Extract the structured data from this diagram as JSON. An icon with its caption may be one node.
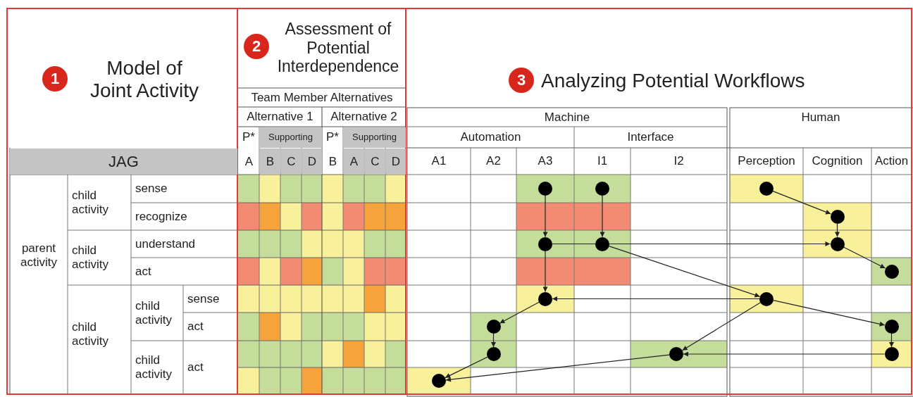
{
  "diagram": {
    "nodes": [
      {
        "text": [],
        "shape": "circle"
      },
      {
        "text": [],
        "shape": "circle"
      },
      {
        "text": [],
        "shape": "circle"
      },
      {
        "text": [],
        "shape": "circle"
      },
      {
        "text": [],
        "shape": "circle"
      },
      {
        "text": [],
        "shape": "circle"
      },
      {
        "text": [],
        "shape": "circle"
      },
      {
        "text": [],
        "shape": "circle"
      },
      {
        "text": [],
        "shape": "circle"
      },
      {
        "text": [],
        "shape": "circle"
      },
      {
        "text": [],
        "shape": "circle"
      },
      {
        "text": [],
        "shape": "circle"
      },
      {
        "text": [],
        "shape": "circle"
      },
      {
        "text": [],
        "shape": "circle"
      },
      {
        "text": [],
        "shape": "circle"
      },
      {
        "text": [],
        "shape": "circle"
      }
    ],
    "edges": [
      {
        "from": 0,
        "to": 4,
        "arrow": "to"
      },
      {
        "from": 1,
        "to": 5,
        "arrow": "to"
      },
      {
        "from": 2,
        "to": 3,
        "arrow": "to"
      },
      {
        "from": 3,
        "to": 6,
        "arrow": "to"
      },
      {
        "from": 4,
        "to": 5,
        "arrow": "none"
      },
      {
        "from": 5,
        "to": 6,
        "arrow": "to"
      },
      {
        "from": 6,
        "to": 7,
        "arrow": "to"
      },
      {
        "from": 4,
        "to": 8,
        "arrow": "to"
      },
      {
        "from": 5,
        "to": 9,
        "arrow": "to"
      },
      {
        "from": 9,
        "to": 8,
        "arrow": "to"
      },
      {
        "from": 8,
        "to": 10,
        "arrow": "to"
      },
      {
        "from": 9,
        "to": 11,
        "arrow": "to"
      },
      {
        "from": 9,
        "to": 13,
        "arrow": "to"
      },
      {
        "from": 10,
        "to": 12,
        "arrow": "to"
      },
      {
        "from": 11,
        "to": 14,
        "arrow": "to"
      },
      {
        "from": 14,
        "to": 13,
        "arrow": "to"
      },
      {
        "from": 12,
        "to": 15,
        "arrow": "to"
      },
      {
        "from": 13,
        "to": 15,
        "arrow": "to"
      }
    ],
    "labels": [
      "1",
      "Model of Joint Activity",
      "2",
      "Assessment of Potential Interdependence",
      "3",
      "Analyzing Potential Workflows",
      "Team Member Alternatives",
      "Alternative 1",
      "Alternative 2",
      "Machine",
      "Human",
      "P*",
      "Supporting",
      "P*",
      "Supporting",
      "Automation",
      "Interface",
      "JAG",
      "A",
      "B",
      "C",
      "D",
      "B",
      "A",
      "C",
      "D",
      "A1",
      "A2",
      "A3",
      "I1",
      "I2",
      "Perception",
      "Cognition",
      "Action",
      "parent activity",
      "child activity",
      "sense",
      "recognize",
      "child activity",
      "understand",
      "act",
      "child activity",
      "child activity",
      "sense",
      "act",
      "child activity",
      "act"
    ]
  }
}
